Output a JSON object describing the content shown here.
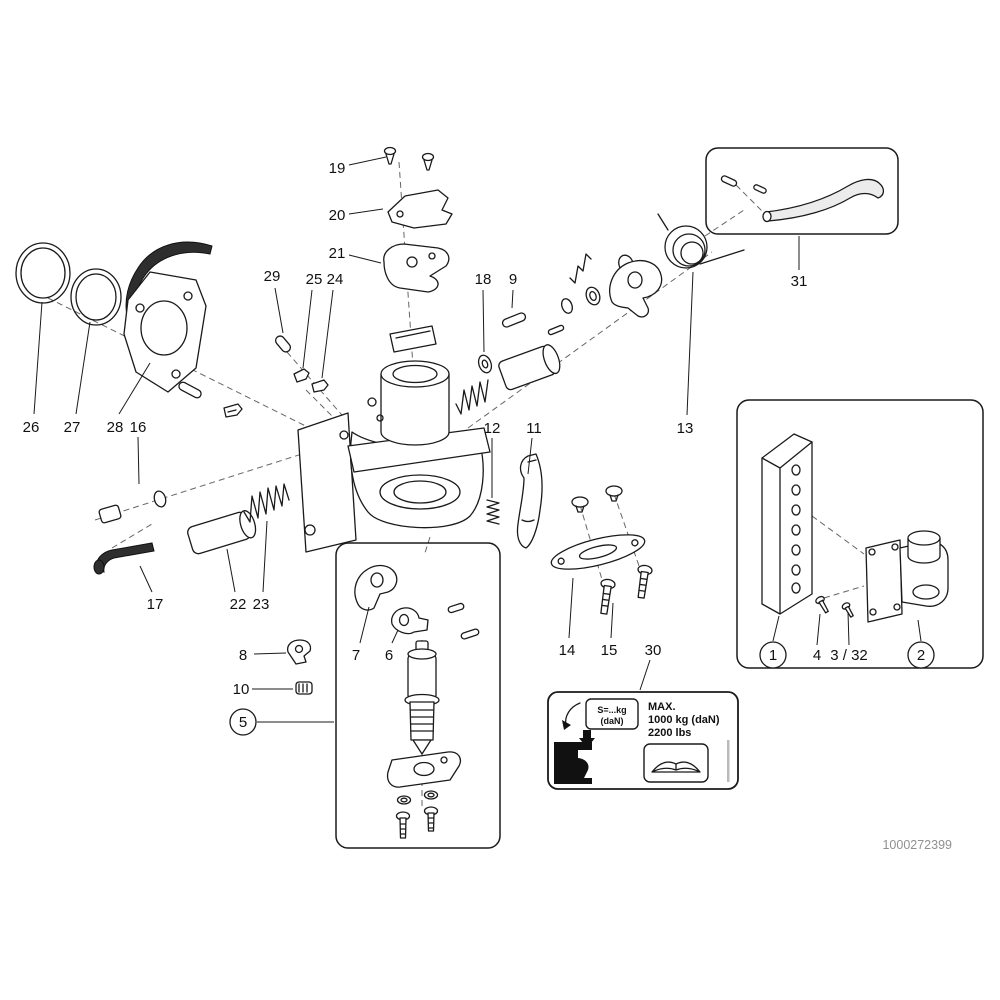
{
  "diagram": {
    "part_number": "1000272399"
  },
  "callouts": [
    {
      "id": "c19",
      "label": "19"
    },
    {
      "id": "c20",
      "label": "20"
    },
    {
      "id": "c21",
      "label": "21"
    },
    {
      "id": "c29",
      "label": "29"
    },
    {
      "id": "c25",
      "label": "25"
    },
    {
      "id": "c24",
      "label": "24"
    },
    {
      "id": "c18",
      "label": "18"
    },
    {
      "id": "c9",
      "label": "9"
    },
    {
      "id": "c31",
      "label": "31"
    },
    {
      "id": "c26",
      "label": "26"
    },
    {
      "id": "c27",
      "label": "27"
    },
    {
      "id": "c28",
      "label": "28"
    },
    {
      "id": "c16",
      "label": "16"
    },
    {
      "id": "c12",
      "label": "12"
    },
    {
      "id": "c11",
      "label": "11"
    },
    {
      "id": "c13",
      "label": "13"
    },
    {
      "id": "c17",
      "label": "17"
    },
    {
      "id": "c22",
      "label": "22"
    },
    {
      "id": "c23",
      "label": "23"
    },
    {
      "id": "c8",
      "label": "8"
    },
    {
      "id": "c7",
      "label": "7"
    },
    {
      "id": "c6",
      "label": "6"
    },
    {
      "id": "c14",
      "label": "14"
    },
    {
      "id": "c15",
      "label": "15"
    },
    {
      "id": "c30",
      "label": "30"
    },
    {
      "id": "c10",
      "label": "10"
    },
    {
      "id": "c5",
      "label": "5"
    },
    {
      "id": "c1",
      "label": "1"
    },
    {
      "id": "c4",
      "label": "4"
    },
    {
      "id": "c3_32",
      "label": "3 / 32"
    },
    {
      "id": "c2",
      "label": "2"
    }
  ],
  "sticker": {
    "sign_line1": "S=...kg",
    "sign_line2": "(daN)",
    "max_line1": "MAX.",
    "max_line2": "1000 kg (daN)",
    "max_line3": "2200 lbs"
  }
}
